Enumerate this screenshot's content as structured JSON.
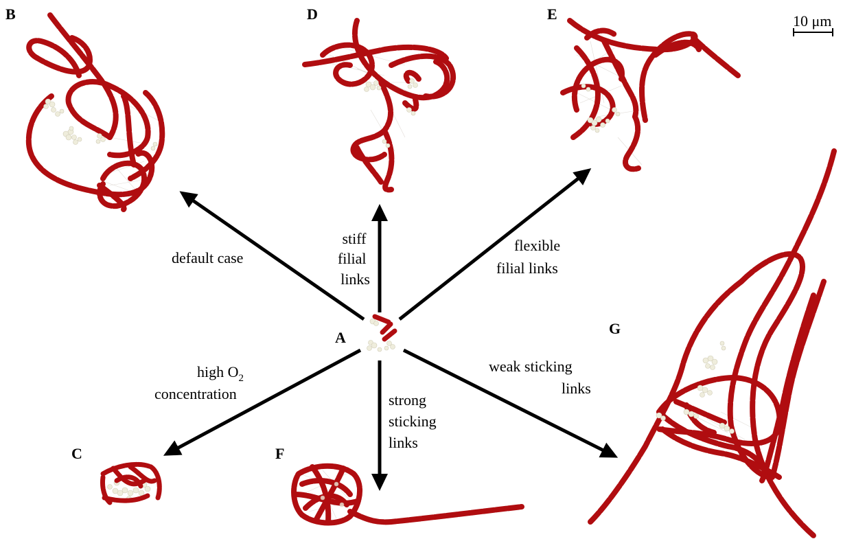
{
  "scale_bar": {
    "label": "10 μm"
  },
  "panels": {
    "A": "A",
    "B": "B",
    "C": "C",
    "D": "D",
    "E": "E",
    "F": "F",
    "G": "G"
  },
  "arrows": {
    "to_B": [
      "default case"
    ],
    "to_D": [
      "stiff",
      "filial",
      "links"
    ],
    "to_E": [
      "flexible",
      "filial links"
    ],
    "to_C": {
      "line1_prefix": "high O",
      "line1_subscript": "2",
      "line2": "concentration"
    },
    "to_F": [
      "strong",
      "sticking",
      "links"
    ],
    "to_G": [
      "weak sticking",
      "links"
    ]
  },
  "colors": {
    "filament": "#b00d10",
    "filament_dark": "#7a0608",
    "cluster": "#efeddc",
    "link": "#d8d2cc",
    "arrow": "#000000"
  }
}
